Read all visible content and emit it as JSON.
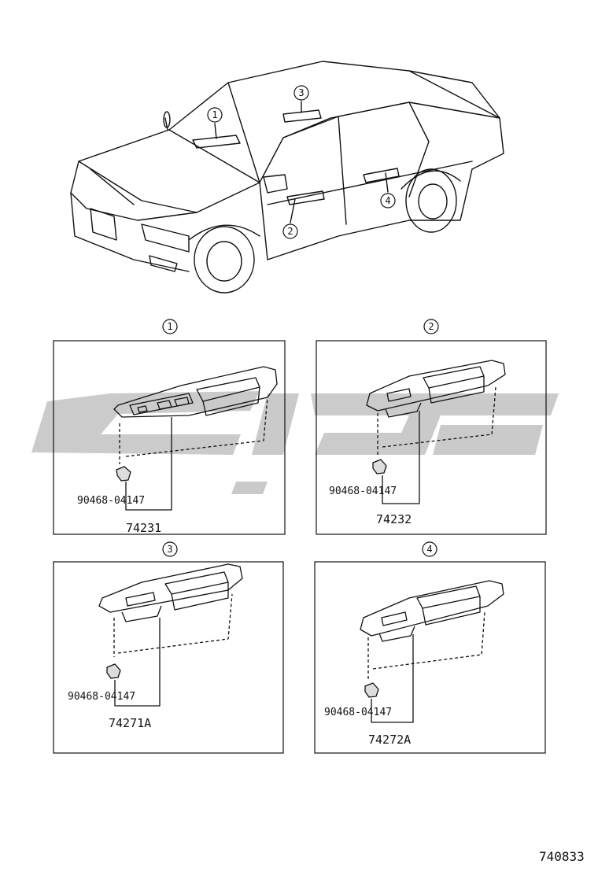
{
  "overview": {
    "callouts": [
      "1",
      "2",
      "3",
      "4"
    ]
  },
  "panels": [
    {
      "index": "1",
      "clip_part": "90468-04147",
      "assembly_part": "74231"
    },
    {
      "index": "2",
      "clip_part": "90468-04147",
      "assembly_part": "74232"
    },
    {
      "index": "3",
      "clip_part": "90468-04147",
      "assembly_part": "74271A"
    },
    {
      "index": "4",
      "clip_part": "90468-04147",
      "assembly_part": "74272A"
    }
  ],
  "diagram_code": "740833",
  "watermark_color": "#c8c8c8",
  "line_color": "#111111"
}
